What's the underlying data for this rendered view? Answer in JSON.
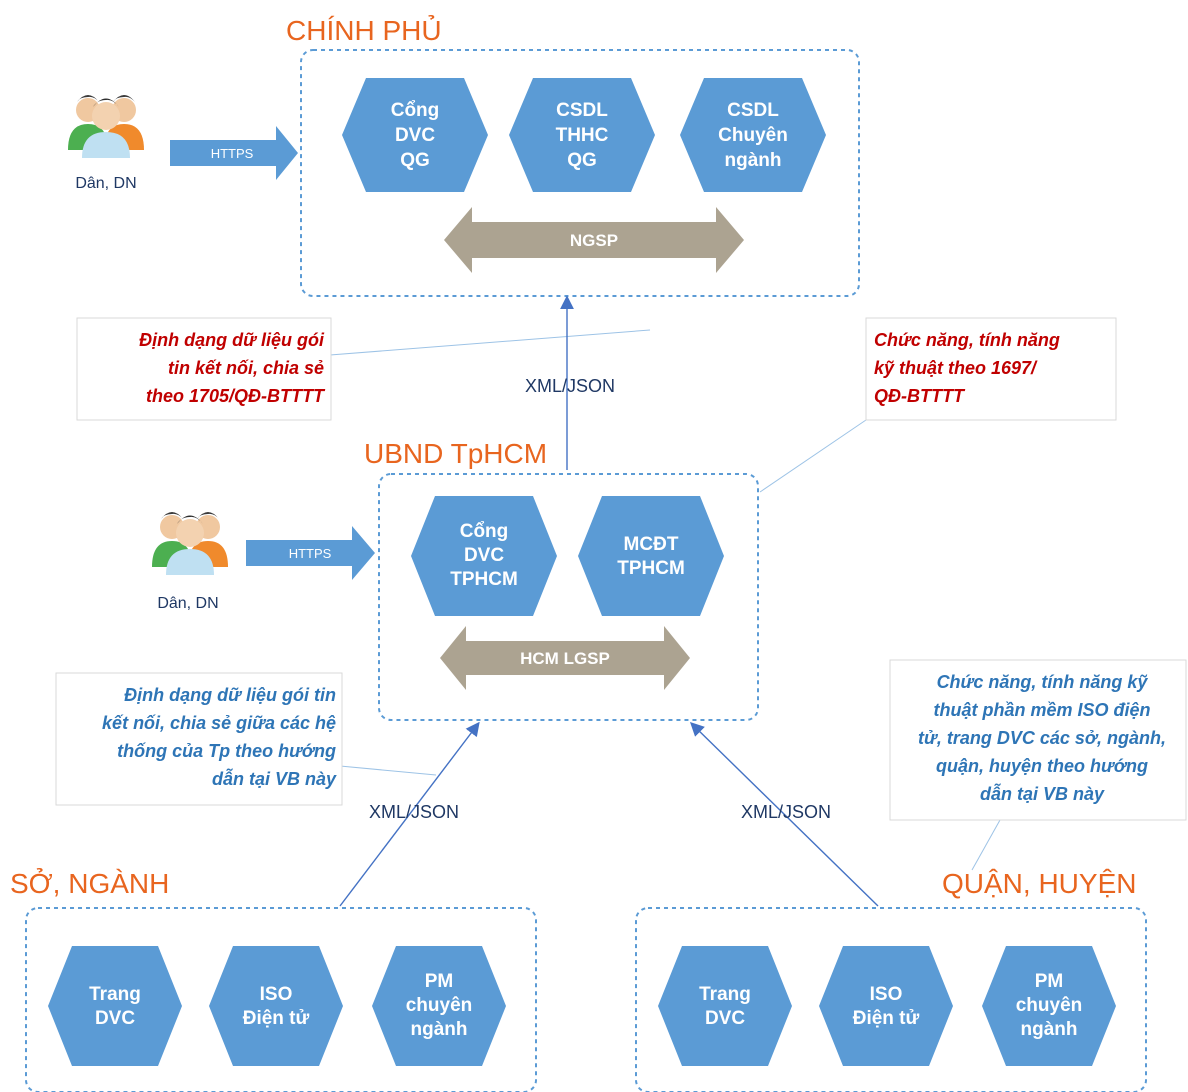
{
  "titles": {
    "chinh_phu": "CHÍNH PHỦ",
    "ubnd": "UBND TpHCM",
    "so_nganh": "SỞ, NGÀNH",
    "quan_huyen": "QUẬN, HUYỆN"
  },
  "users": {
    "label": "Dân, DN",
    "arrow_label": "HTTPS"
  },
  "chinh_phu": {
    "hex": [
      [
        "Cổng",
        "DVC",
        "QG"
      ],
      [
        "CSDL",
        "THHC",
        "QG"
      ],
      [
        "CSDL",
        "Chuyên",
        "ngành"
      ]
    ],
    "bus": "NGSP"
  },
  "ubnd": {
    "hex": [
      [
        "Cổng",
        "DVC",
        "TPHCM"
      ],
      [
        "MCĐT",
        "TPHCM"
      ]
    ],
    "bus": "HCM LGSP"
  },
  "so_nganh": {
    "hex": [
      [
        "Trang",
        "DVC"
      ],
      [
        "ISO",
        "Điện tử"
      ],
      [
        "PM",
        "chuyên",
        "ngành"
      ]
    ]
  },
  "quan_huyen": {
    "hex": [
      [
        "Trang",
        "DVC"
      ],
      [
        "ISO",
        "Điện tử"
      ],
      [
        "PM",
        "chuyên",
        "ngành"
      ]
    ]
  },
  "connections": {
    "label": "XML/JSON"
  },
  "notes": {
    "format_1705": [
      "Định dạng dữ liệu gói",
      "tin kết nối, chia sẻ",
      "theo 1705/QĐ-BTTTT"
    ],
    "func_1697": [
      "Chức năng, tính năng",
      "kỹ thuật theo 1697/",
      "QĐ-BTTTT"
    ],
    "format_city": [
      "Định dạng dữ liệu gói tin",
      "kết nối, chia sẻ giữa các hệ",
      "thống của Tp theo hướng",
      "dẫn tại VB này"
    ],
    "func_iso": [
      "Chức năng, tính năng kỹ",
      "thuật phần mềm ISO điện",
      "tử, trang DVC các sở, ngành,",
      "quận, huyện theo hướng",
      "dẫn tại VB này"
    ]
  },
  "colors": {
    "title_orange": "#e8651f",
    "hex_blue": "#5b9bd5",
    "arrow_blue": "#5b9bd5",
    "bus_tan": "#aca391",
    "note_red": "#c00000",
    "note_blue": "#2e75b6"
  }
}
